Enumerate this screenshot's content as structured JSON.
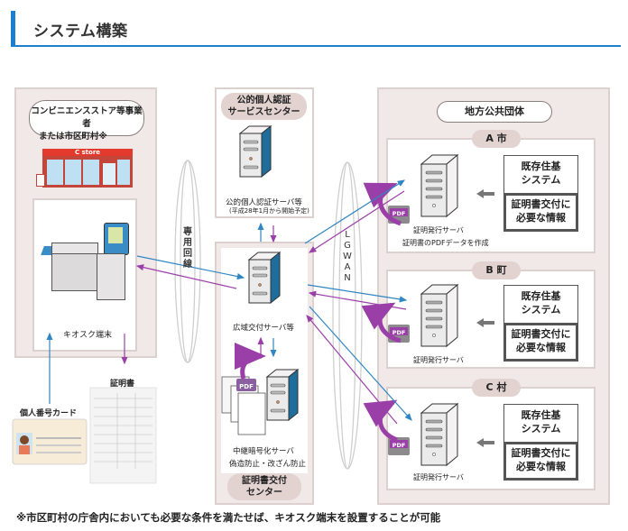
{
  "header": {
    "title": "システム構築"
  },
  "colors": {
    "accent": "#1a7fd0",
    "arrow_blue": "#2f86c4",
    "arrow_purple": "#9b3fa8",
    "server_side": "#1f6d9a",
    "panel_bg": "#f1e9e8",
    "tag_bg": "#e2d3d1"
  },
  "store_panel": {
    "title_line1": "コンビニエンスストア等事業者",
    "title_line2": "または市区町村※",
    "store_sign": "C store",
    "kiosk_label": "キオスク端末"
  },
  "jpki_center": {
    "title_line1": "公的個人認証",
    "title_line2": "サービスセンター",
    "server_label": "公的個人認証サーバ等",
    "server_note": "(平成28年1月から開始予定)"
  },
  "networks": {
    "dedicated": "専用回線",
    "lgwan": "LGWAN"
  },
  "issuance_center": {
    "server_label": "広域交付サーバ等",
    "relay_label": "中継暗号化サーバ",
    "relay_note": "偽造防止・改ざん防止",
    "title_line1": "証明書交付",
    "title_line2": "センター",
    "pdf_badge": "PDF"
  },
  "local_gov": {
    "title": "地方公共団体",
    "municipalities": [
      {
        "name": "A 市",
        "server_label": "証明発行サーバ",
        "extra_label": "証明書のPDFデータを作成",
        "system_top_line1": "既存住基",
        "system_top_line2": "システム",
        "system_bottom_line1": "証明書交付に",
        "system_bottom_line2": "必要な情報"
      },
      {
        "name": "B 町",
        "server_label": "証明発行サーバ",
        "extra_label": "",
        "system_top_line1": "既存住基",
        "system_top_line2": "システム",
        "system_bottom_line1": "証明書交付に",
        "system_bottom_line2": "必要な情報"
      },
      {
        "name": "C 村",
        "server_label": "証明発行サーバ",
        "extra_label": "",
        "system_top_line1": "既存住基",
        "system_top_line2": "システム",
        "system_bottom_line1": "証明書交付に",
        "system_bottom_line2": "必要な情報"
      }
    ]
  },
  "documents": {
    "mynumber_card": "個人番号カード",
    "certificate": "証明書"
  },
  "footnote": "※市区町村の庁舎内においても必要な条件を満たせば、キオスク端末を設置することが可能"
}
